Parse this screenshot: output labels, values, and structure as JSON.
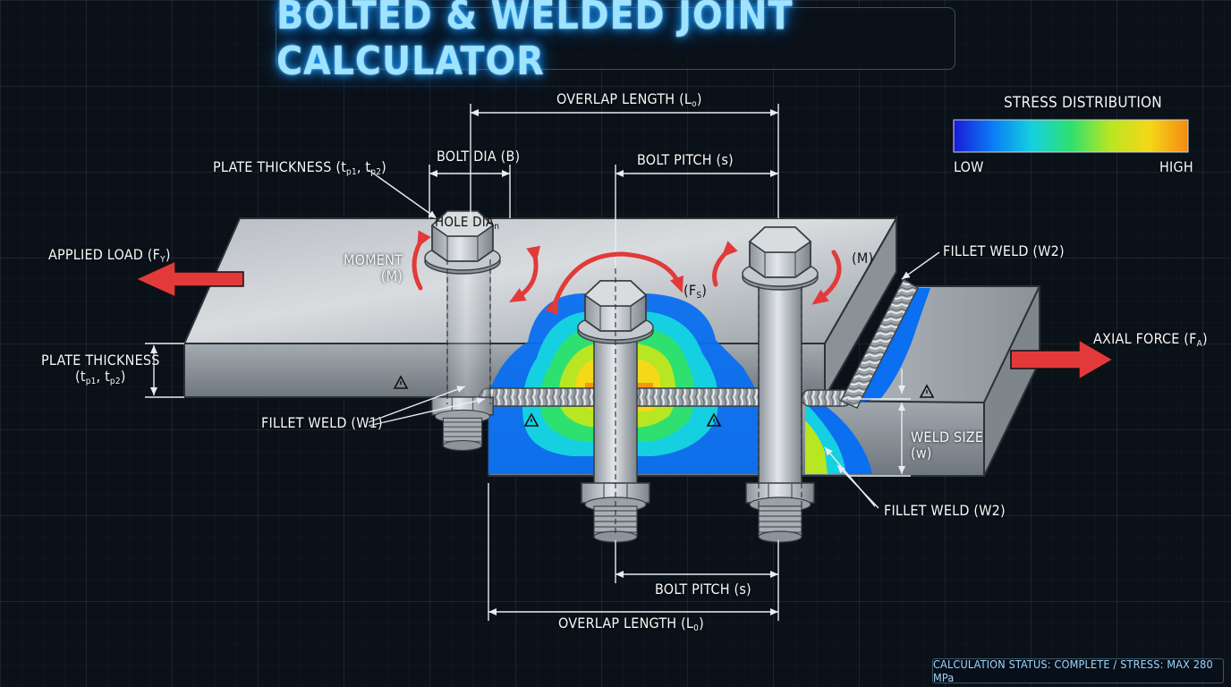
{
  "title": "BOLTED & WELDED JOINT CALCULATOR",
  "legend": {
    "title": "STRESS DISTRIBUTION",
    "low": "LOW",
    "high": "HIGH",
    "colors": [
      "#1a1ad8",
      "#0a7cf5",
      "#15d0e0",
      "#2ee070",
      "#b8e622",
      "#f5d817",
      "#f58a12"
    ]
  },
  "labels": {
    "overlap_top": {
      "text": "OVERLAP LENGTH (L",
      "sub": "o",
      "end": ")"
    },
    "overlap_bottom": {
      "text": "OVERLAP LENGTH (L",
      "sub": "0",
      "end": ")"
    },
    "bolt_dia": "BOLT DIA (B)",
    "bolt_pitch_top": "BOLT PITCH (s)",
    "bolt_pitch_bottom": "BOLT PITCH (s)",
    "plate_thickness_top": {
      "text": "PLATE THICKNESS (t",
      "sub1": "p1",
      "mid": ", t",
      "sub2": "p2",
      "end": ")"
    },
    "hole_dia": {
      "text": "HOLE DIA",
      "sub": "n"
    },
    "moment_left": {
      "line1": "MOMENT",
      "line2": "(M)"
    },
    "moment_right": "(M)",
    "shear_force": {
      "text": "(F",
      "sub": "S",
      "end": ")"
    },
    "applied_load": {
      "text": "APPLIED LOAD (F",
      "sub": "Y",
      "end": ")"
    },
    "plate_thickness_left": {
      "line1": "PLATE THICKNESS",
      "text": "(t",
      "sub1": "p1",
      "mid": ", t",
      "sub2": "p2",
      "end": ")"
    },
    "fillet_weld_w1": "FILLET WELD (W1)",
    "fillet_weld_w2_top": "FILLET WELD (W2)",
    "fillet_weld_w2_bottom": "FILLET WELD (W2)",
    "axial_force": {
      "text": "AXIAL FORCE (F",
      "sub": "A",
      "end": ")"
    },
    "weld_size": {
      "line1": "WELD SIZE",
      "line2": "(w)"
    }
  },
  "status": "CALCULATION STATUS: COMPLETE / STRESS: MAX 280 MPa",
  "colors": {
    "title_glow": "#1aa3ff",
    "arrow_red": "#e23a3a",
    "plate_light": "#c9cdd1",
    "plate_dark": "#7d858c",
    "dimension_line": "#e8edf2"
  },
  "icons": [
    "triangle-warning-icon",
    "hex-bolt-icon",
    "moment-arrow-icon",
    "force-arrow-icon"
  ]
}
